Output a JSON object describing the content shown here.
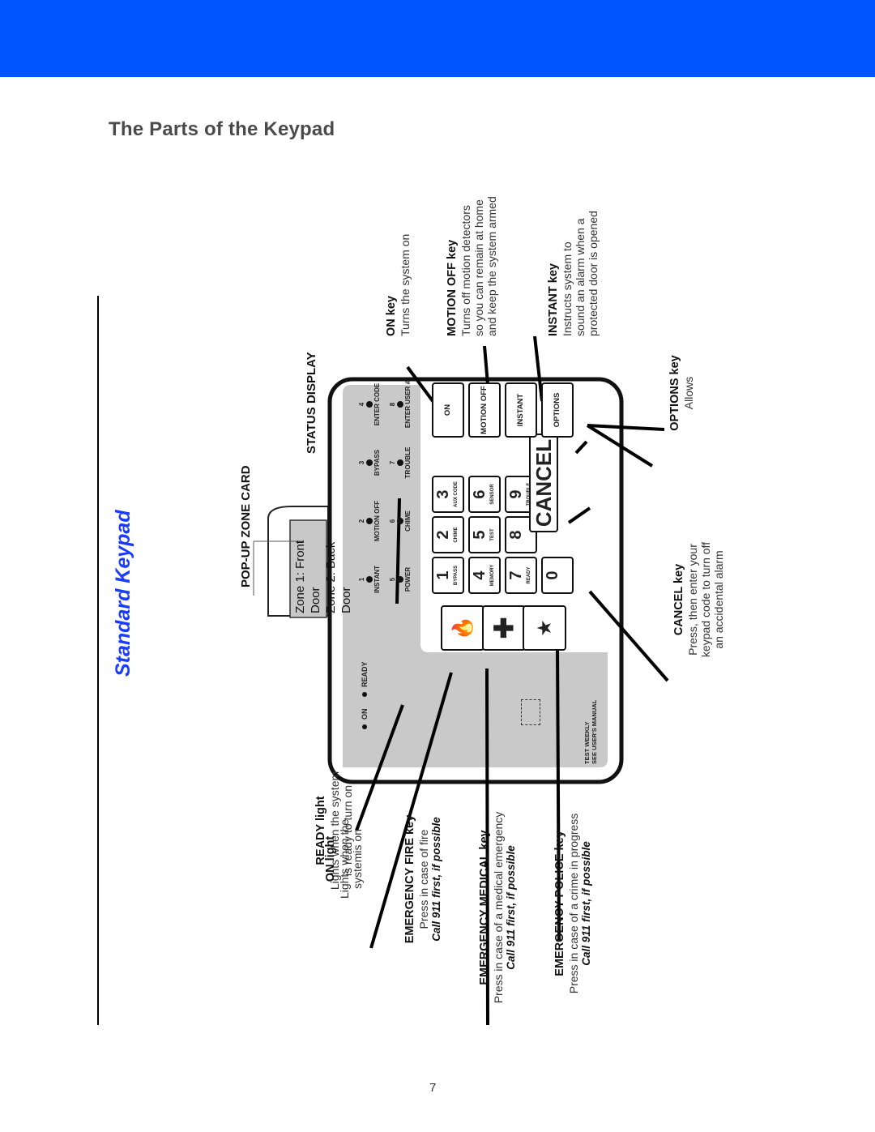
{
  "header": {
    "title": "The Parts of the Keypad"
  },
  "page_number": "7",
  "figure": {
    "title": "Standard Keypad",
    "zone_card": {
      "label": "POP-UP ZONE CARD",
      "lines": [
        "Zone 1: Front Door",
        "Zone 2: Back Door"
      ]
    },
    "status_display": {
      "label": "STATUS DISPLAY",
      "indicators": [
        {
          "num": "1",
          "label": "INSTANT"
        },
        {
          "num": "2",
          "label": "MOTION OFF"
        },
        {
          "num": "3",
          "label": "BYPASS"
        },
        {
          "num": "4",
          "label": "ENTER CODE"
        },
        {
          "num": "5",
          "label": "POWER"
        },
        {
          "num": "6",
          "label": "CHIME"
        },
        {
          "num": "7",
          "label": "TROUBLE"
        },
        {
          "num": "8",
          "label": "ENTER USER #"
        }
      ]
    },
    "leds": {
      "on": "ON",
      "ready": "READY"
    },
    "digits": [
      {
        "d": "1",
        "sub": "BYPASS"
      },
      {
        "d": "2",
        "sub": "CHIME"
      },
      {
        "d": "3",
        "sub": "AUX CODE"
      },
      {
        "d": "4",
        "sub": "MEMORY"
      },
      {
        "d": "5",
        "sub": "TEST"
      },
      {
        "d": "6",
        "sub": "SENSOR"
      },
      {
        "d": "7",
        "sub": "READY"
      },
      {
        "d": "8",
        "sub": ""
      },
      {
        "d": "9",
        "sub": "TROUBLE"
      },
      {
        "d": "0",
        "sub": ""
      }
    ],
    "cancel_label": "CANCEL",
    "function_keys": [
      "ON",
      "MOTION OFF",
      "INSTANT",
      "OPTIONS"
    ],
    "test_weekly": [
      "TEST WEEKLY",
      "SEE USER'S MANUAL"
    ],
    "callouts": {
      "on_light": {
        "title": "ON light",
        "desc": [
          "Lights when the",
          "systemis on"
        ]
      },
      "ready_light": {
        "title": "READY light",
        "desc": [
          "Lights when the system",
          "is ready to turn on"
        ]
      },
      "fire": {
        "title": "EMERGENCY FIRE key",
        "desc": [
          "Press in case of fire"
        ],
        "note": "Call 911 first, if possible"
      },
      "medical": {
        "title": "EMERGENCY MEDICAL key",
        "desc": [
          "Press in case of a medical emergency"
        ],
        "note": "Call 911 first, if possible"
      },
      "police": {
        "title": "EMERGENCY POLICE key",
        "desc": [
          "Press in case of a crime in progress"
        ],
        "note": "Call 911 first, if possible"
      },
      "cancel": {
        "title": "CANCEL key",
        "desc": [
          "Press, then enter your",
          "keypad code to turn off",
          "an accidental alarm"
        ]
      },
      "options": {
        "title": "OPTIONS key",
        "desc": [
          "Allows"
        ]
      },
      "on_key": {
        "title": "ON key",
        "desc": [
          "Turns the system on"
        ]
      },
      "motion_off": {
        "title": "MOTION OFF key",
        "desc": [
          "Turns off motion detectors",
          "so you can remain at home",
          "and keep the system armed"
        ]
      },
      "instant": {
        "title": "INSTANT key",
        "desc": [
          "Instructs system to",
          "sound an alarm when a",
          "protected door is opened"
        ]
      }
    }
  }
}
